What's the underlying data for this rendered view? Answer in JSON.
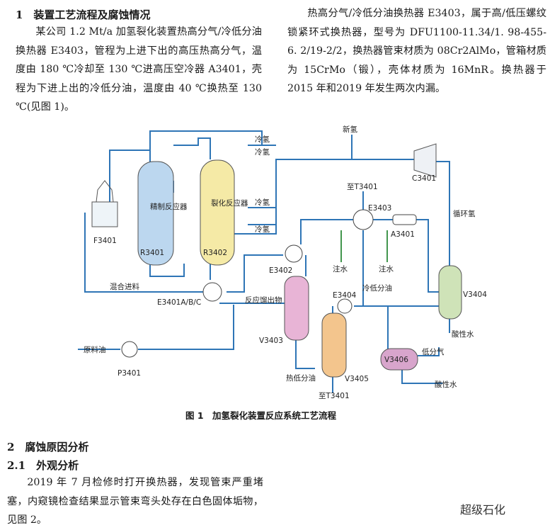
{
  "section1": {
    "heading": "1　装置工艺流程及腐蚀情况",
    "para_left": "某公司 1.2 Mt/a 加氢裂化装置热高分气/冷低分油换热器 E3403，管程为上进下出的高压热高分气，温度由 180 ℃冷却至 130 ℃进高压空冷器 A3401，壳程为下进上出的冷低分油，温度由 40 ℃换热至 130 ℃(见图 1)。",
    "para_right": "热高分气/冷低分油换热器 E3403，属于高/低压螺纹锁紧环式换热器，型号为 DFU1100-11.34/1. 98-455-6. 2/19-2/2，换热器管束材质为 08Cr2AlMo，管箱材质为 15CrMo（锻），壳体材质为 16MnR。换热器于 2015 年和2019 年发生两次内漏。"
  },
  "figure": {
    "caption": "图 1　加氢裂化装置反应系统工艺流程",
    "labels": {
      "xin_qing": "新氢",
      "leng_qing": "冷氢",
      "C3401": "C3401",
      "xun_huan_qing": "循环氢",
      "to_T3401_top": "至T3401",
      "E3403": "E3403",
      "A3401": "A3401",
      "R3401_name": "精制反应器",
      "R3401": "R3401",
      "R3402_name": "裂化反应器",
      "R3402": "R3402",
      "F3401": "F3401",
      "E3402": "E3402",
      "zhu_shui": "注水",
      "hun_he_jin_liao": "混合进料",
      "E3401": "E3401A/B/C",
      "fan_ying_liu_chu_wu": "反应馏出物",
      "leng_di_fen_you": "冷低分油",
      "E3404": "E3404",
      "V3404": "V3404",
      "V3403": "V3403",
      "yuan_liao_you": "原料油",
      "P3401": "P3401",
      "V3405": "V3405",
      "V3406": "V3406",
      "di_fen_qi": "低分气",
      "suan_xing_shui": "酸性水",
      "re_di_fen_you": "热低分油",
      "to_T3401_bottom": "至T3401"
    }
  },
  "section2": {
    "heading": "2　腐蚀原因分析",
    "sub_heading": "2.1　外观分析",
    "para": "2019 年 7 月检修时打开换热器，发现管束严重堵塞，内窥镜检查结果显示管束弯头处存在白色固体垢物，见图 2。"
  },
  "watermark": "超级石化",
  "colors": {
    "pipe": "#2e75b6",
    "R3401_fill": "#bcd7ef",
    "R3402_fill": "#f5eaa6",
    "V3403_fill": "#e8b4d6",
    "V3404_fill": "#cfe3b8",
    "V3405_fill": "#f3c58d",
    "V3406_fill": "#d8a5cc",
    "water_line": "#2e8b3a"
  }
}
